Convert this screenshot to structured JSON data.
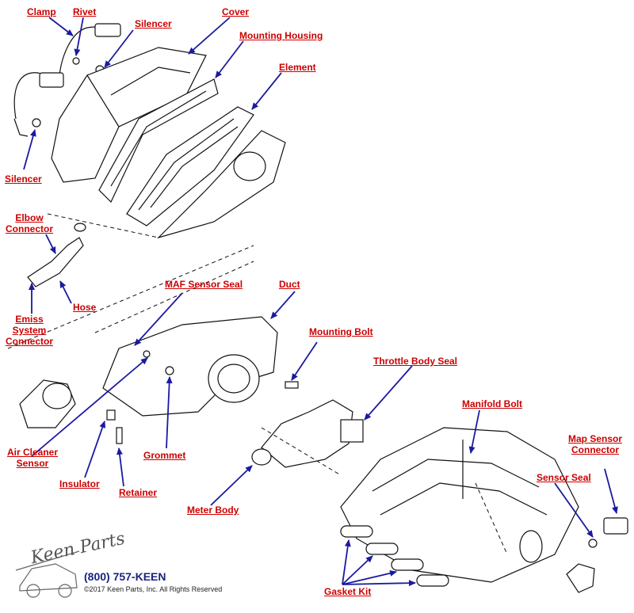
{
  "labels": {
    "clamp": "Clamp",
    "rivet": "Rivet",
    "silencer_top": "Silencer",
    "cover": "Cover",
    "mounting_housing": "Mounting Housing",
    "element": "Element",
    "silencer_left": "Silencer",
    "elbow_connector": "Elbow Connector",
    "hose": "Hose",
    "emiss_system_connector": "Emiss System Connector",
    "maf_sensor_seal": "MAF Sensor Seal",
    "duct": "Duct",
    "mounting_bolt": "Mounting Bolt",
    "throttle_body_seal": "Throttle Body Seal",
    "manifold_bolt": "Manifold Bolt",
    "map_sensor_connector": "Map Sensor Connector",
    "sensor_seal": "Sensor Seal",
    "air_cleaner_sensor": "Air Cleaner Sensor",
    "grommet": "Grommet",
    "insulator": "Insulator",
    "retainer": "Retainer",
    "meter_body": "Meter Body",
    "gasket_kit": "Gasket Kit"
  },
  "footer": {
    "logo": "Keen Parts",
    "phone": "(800) 757-KEEN",
    "copyright": "©2017 Keen Parts, Inc. All Rights Reserved"
  },
  "colors": {
    "label": "#cc0000",
    "arrow": "#1a1aa0",
    "phone": "#1a237e"
  }
}
